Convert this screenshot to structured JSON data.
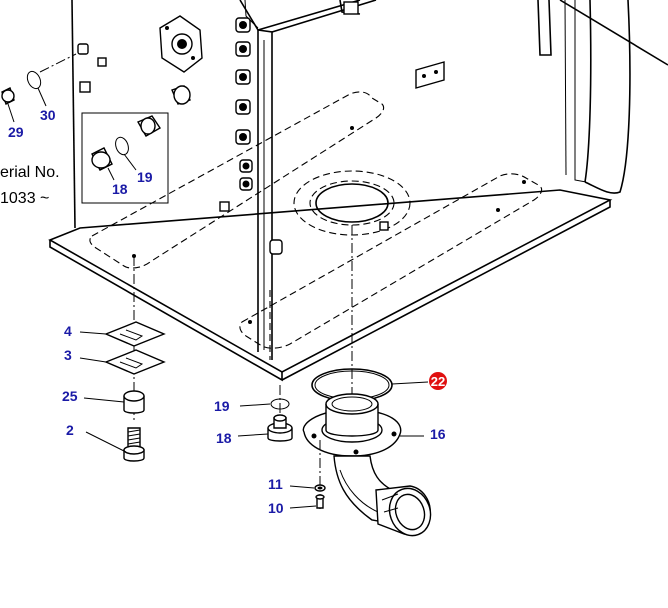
{
  "callouts": {
    "p29": "29",
    "p30": "30",
    "p19_inset": "19",
    "p18_inset": "18",
    "p4": "4",
    "p3": "3",
    "p25": "25",
    "p2": "2",
    "p19": "19",
    "p18": "18",
    "p11": "11",
    "p10": "10",
    "p16": "16",
    "p22": "22"
  },
  "serial_note": {
    "line1": "erial No.",
    "line2": "1033 ~"
  },
  "colors": {
    "callout_text": "#1a1aa6",
    "highlight_badge": "#e01010",
    "line": "#000000"
  }
}
